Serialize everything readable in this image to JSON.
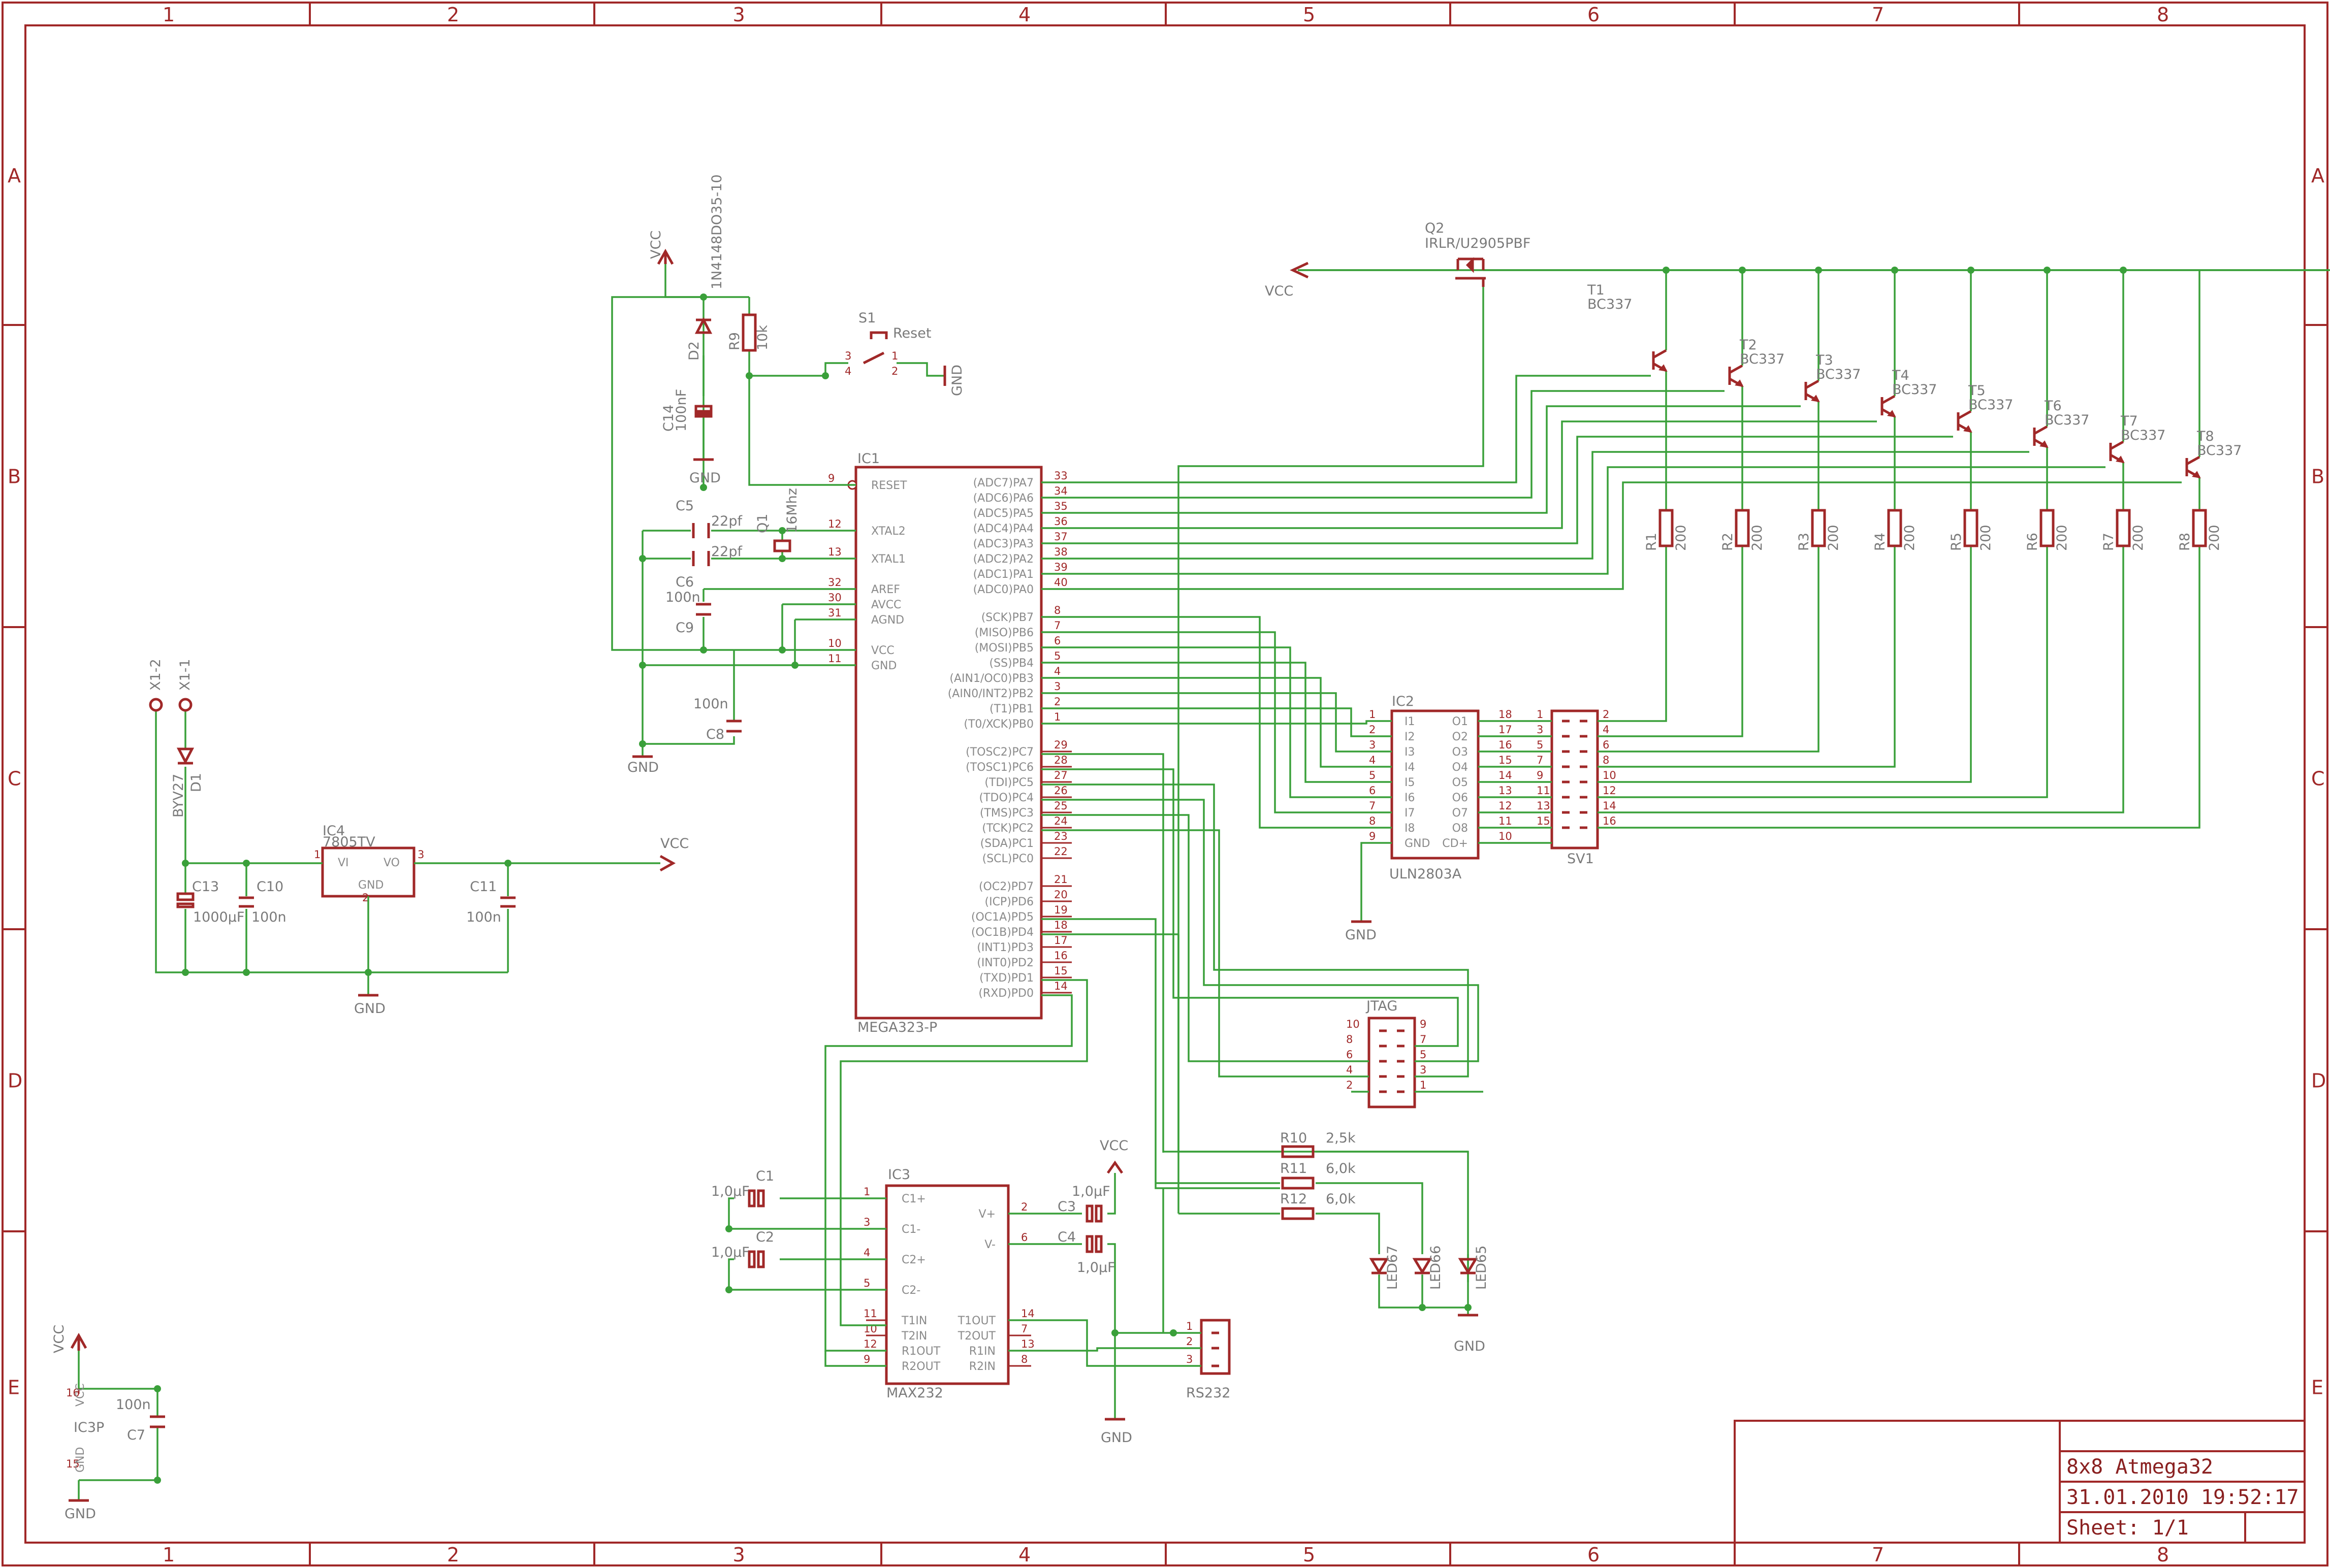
{
  "grid": {
    "columns": [
      "1",
      "2",
      "3",
      "4",
      "5",
      "6",
      "7",
      "8"
    ],
    "rows": [
      "A",
      "B",
      "C",
      "D",
      "E"
    ]
  },
  "title_block": {
    "title": "8x8 Atmega32",
    "date": "31.01.2010 19:52:17",
    "sheet": "Sheet: 1/1"
  },
  "ic1": {
    "ref": "IC1",
    "name": "MEGA323-P",
    "left_pins": [
      {
        "name": "RESET",
        "num": "9"
      },
      {
        "name": "XTAL2",
        "num": "12"
      },
      {
        "name": "XTAL1",
        "num": "13"
      },
      {
        "name": "AREF",
        "num": "32"
      },
      {
        "name": "AVCC",
        "num": "30"
      },
      {
        "name": "AGND",
        "num": "31"
      },
      {
        "name": "VCC",
        "num": "10"
      },
      {
        "name": "GND",
        "num": "11"
      }
    ],
    "right_pins": [
      {
        "name": "(ADC7)PA7",
        "num": "33"
      },
      {
        "name": "(ADC6)PA6",
        "num": "34"
      },
      {
        "name": "(ADC5)PA5",
        "num": "35"
      },
      {
        "name": "(ADC4)PA4",
        "num": "36"
      },
      {
        "name": "(ADC3)PA3",
        "num": "37"
      },
      {
        "name": "(ADC2)PA2",
        "num": "38"
      },
      {
        "name": "(ADC1)PA1",
        "num": "39"
      },
      {
        "name": "(ADC0)PA0",
        "num": "40"
      },
      {
        "name": "",
        "num": ""
      },
      {
        "name": "(SCK)PB7",
        "num": "8"
      },
      {
        "name": "(MISO)PB6",
        "num": "7"
      },
      {
        "name": "(MOSI)PB5",
        "num": "6"
      },
      {
        "name": "(SS)PB4",
        "num": "5"
      },
      {
        "name": "(AIN1/OC0)PB3",
        "num": "4"
      },
      {
        "name": "(AIN0/INT2)PB2",
        "num": "3"
      },
      {
        "name": "(T1)PB1",
        "num": "2"
      },
      {
        "name": "(T0/XCK)PB0",
        "num": "1"
      },
      {
        "name": "",
        "num": ""
      },
      {
        "name": "(TOSC2)PC7",
        "num": "29"
      },
      {
        "name": "(TOSC1)PC6",
        "num": "28"
      },
      {
        "name": "(TDI)PC5",
        "num": "27"
      },
      {
        "name": "(TDO)PC4",
        "num": "26"
      },
      {
        "name": "(TMS)PC3",
        "num": "25"
      },
      {
        "name": "(TCK)PC2",
        "num": "24"
      },
      {
        "name": "(SDA)PC1",
        "num": "23"
      },
      {
        "name": "(SCL)PC0",
        "num": "22"
      },
      {
        "name": "",
        "num": ""
      },
      {
        "name": "(OC2)PD7",
        "num": "21"
      },
      {
        "name": "(ICP)PD6",
        "num": "20"
      },
      {
        "name": "(OC1A)PD5",
        "num": "19"
      },
      {
        "name": "(OC1B)PD4",
        "num": "18"
      },
      {
        "name": "(INT1)PD3",
        "num": "17"
      },
      {
        "name": "(INT0)PD2",
        "num": "16"
      },
      {
        "name": "(TXD)PD1",
        "num": "15"
      },
      {
        "name": "(RXD)PD0",
        "num": "14"
      }
    ]
  },
  "ic2": {
    "ref": "IC2",
    "name": "ULN2803A",
    "left_pins": [
      {
        "name": "I1",
        "num": "1"
      },
      {
        "name": "I2",
        "num": "2"
      },
      {
        "name": "I3",
        "num": "3"
      },
      {
        "name": "I4",
        "num": "4"
      },
      {
        "name": "I5",
        "num": "5"
      },
      {
        "name": "I6",
        "num": "6"
      },
      {
        "name": "I7",
        "num": "7"
      },
      {
        "name": "I8",
        "num": "8"
      },
      {
        "name": "GND",
        "num": "9"
      }
    ],
    "right_pins": [
      {
        "name": "O1",
        "num": "18"
      },
      {
        "name": "O2",
        "num": "17"
      },
      {
        "name": "O3",
        "num": "16"
      },
      {
        "name": "O4",
        "num": "15"
      },
      {
        "name": "O5",
        "num": "14"
      },
      {
        "name": "O6",
        "num": "13"
      },
      {
        "name": "O7",
        "num": "12"
      },
      {
        "name": "O8",
        "num": "11"
      },
      {
        "name": "CD+",
        "num": "10"
      }
    ]
  },
  "ic3": {
    "ref": "IC3",
    "name": "MAX232",
    "left_pins": [
      {
        "name": "C1+",
        "num": "1"
      },
      {
        "name": "C1-",
        "num": "3"
      },
      {
        "name": "C2+",
        "num": "4"
      },
      {
        "name": "C2-",
        "num": "5"
      },
      {
        "name": "T1IN",
        "num": "11"
      },
      {
        "name": "T2IN",
        "num": "10"
      },
      {
        "name": "R1OUT",
        "num": "12"
      },
      {
        "name": "R2OUT",
        "num": "9"
      }
    ],
    "right_pins": [
      {
        "name": "V+",
        "num": "2"
      },
      {
        "name": "V-",
        "num": "6"
      },
      {
        "name": "T1OUT",
        "num": "14"
      },
      {
        "name": "T2OUT",
        "num": "7"
      },
      {
        "name": "R1IN",
        "num": "13"
      },
      {
        "name": "R2IN",
        "num": "8"
      }
    ]
  },
  "ic4": {
    "ref": "IC4",
    "name": "7805TV",
    "vi": "VI",
    "vo": "VO",
    "gnd": "GND",
    "pin1": "1",
    "pin2": "2",
    "pin3": "3"
  },
  "ic3p": {
    "ref": "IC3P",
    "vcc_pin": "16",
    "gnd_pin": "15",
    "vcc_name": "VCC",
    "gnd_name": "GND"
  },
  "sv1": {
    "ref": "SV1",
    "left_nums": [
      "1",
      "3",
      "5",
      "7",
      "9",
      "11",
      "13",
      "15"
    ],
    "right_nums": [
      "2",
      "4",
      "6",
      "8",
      "10",
      "12",
      "14",
      "16"
    ]
  },
  "jtag": {
    "ref": "JTAG",
    "left_nums": [
      "10",
      "8",
      "6",
      "4",
      "2"
    ],
    "right_nums": [
      "9",
      "7",
      "5",
      "3",
      "1"
    ]
  },
  "rs232": {
    "ref": "RS232",
    "nums": [
      "1",
      "2",
      "3"
    ]
  },
  "power": {
    "vcc": "VCC",
    "gnd": "GND"
  },
  "transistors": [
    {
      "ref": "T1",
      "value": "BC337"
    },
    {
      "ref": "T2",
      "value": "BC337"
    },
    {
      "ref": "T3",
      "value": "BC337"
    },
    {
      "ref": "T4",
      "value": "BC337"
    },
    {
      "ref": "T5",
      "value": "BC337"
    },
    {
      "ref": "T6",
      "value": "BC337"
    },
    {
      "ref": "T7",
      "value": "BC337"
    },
    {
      "ref": "T8",
      "value": "BC337"
    }
  ],
  "row_resistors": [
    {
      "ref": "R1",
      "value": "200"
    },
    {
      "ref": "R2",
      "value": "200"
    },
    {
      "ref": "R3",
      "value": "200"
    },
    {
      "ref": "R4",
      "value": "200"
    },
    {
      "ref": "R5",
      "value": "200"
    },
    {
      "ref": "R6",
      "value": "200"
    },
    {
      "ref": "R7",
      "value": "200"
    },
    {
      "ref": "R8",
      "value": "200"
    }
  ],
  "q2": {
    "ref": "Q2",
    "value": "IRLR/U2905PBF"
  },
  "reset": {
    "d2_ref": "D2",
    "d2_value": "1N4148DO35-10",
    "r9_ref": "R9",
    "r9_value": "10k",
    "c14_ref": "C14",
    "c14_value": "100nF",
    "s1_ref": "S1",
    "s1_value": "Reset",
    "s1_pins": [
      "3",
      "4",
      "1",
      "2"
    ]
  },
  "crystal": {
    "q1_ref": "Q1",
    "q1_value": "16Mhz",
    "c5_ref": "C5",
    "c5_value": "22pf",
    "c6_ref": "C6",
    "c6_value": "22pf",
    "c9_ref": "C9",
    "c9_value": "100n",
    "c8_ref": "C8",
    "c8_value": "100n"
  },
  "supply": {
    "x1_2": "X1-2",
    "x1_1": "X1-1",
    "d1_ref": "D1",
    "d1_value": "BYV27",
    "c13_ref": "C13",
    "c13_value": "1000µF",
    "c10_ref": "C10",
    "c10_value": "100n",
    "c11_ref": "C11",
    "c11_value": "100n"
  },
  "max_caps": [
    {
      "ref": "C1",
      "value": "1,0µF"
    },
    {
      "ref": "C2",
      "value": "1,0µF"
    },
    {
      "ref": "C3",
      "value": "1,0µF"
    },
    {
      "ref": "C4",
      "value": "1,0µF"
    }
  ],
  "c7": {
    "ref": "C7",
    "value": "100n"
  },
  "leds": {
    "r10_ref": "R10",
    "r10_value": "2,5k",
    "r11_ref": "R11",
    "r11_value": "6,0k",
    "r12_ref": "R12",
    "r12_value": "6,0k",
    "led1": "LED67",
    "led2": "LED66",
    "led3": "LED65"
  }
}
